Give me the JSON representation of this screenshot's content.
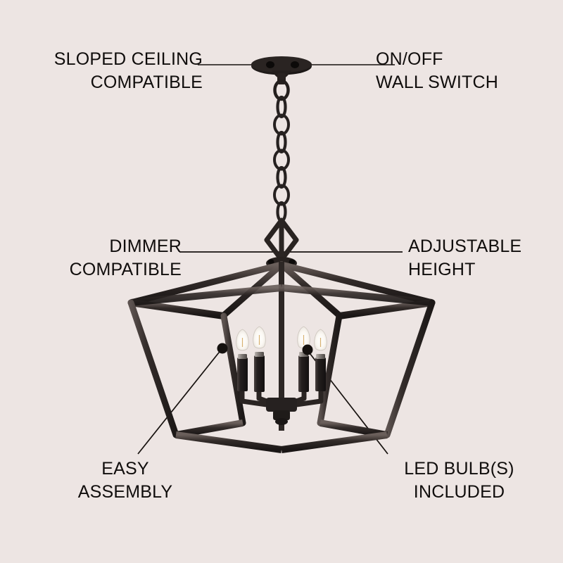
{
  "page": {
    "background_color": "#ede5e3",
    "text_color": "#100d0c",
    "fixture_color": "#2e2826",
    "product": "lantern pendant chandelier"
  },
  "callouts": [
    {
      "id": "sloped-ceiling-compatible",
      "label": "SLOPED CEILING\nCOMPATIBLE",
      "position": "top-left",
      "leader": "horizontal-line"
    },
    {
      "id": "on-off-wall-switch",
      "label": "ON/OFF\nWALL SWITCH",
      "position": "top-right",
      "leader": "horizontal-line"
    },
    {
      "id": "dimmer-compatible",
      "label": "DIMMER\nCOMPATIBLE",
      "position": "middle-left",
      "leader": "horizontal-line"
    },
    {
      "id": "adjustable-height",
      "label": "ADJUSTABLE\nHEIGHT",
      "position": "middle-right",
      "leader": "horizontal-line"
    },
    {
      "id": "easy-assembly",
      "label": "EASY\nASSEMBLY",
      "position": "bottom-left",
      "leader": "diagonal-line-with-dot"
    },
    {
      "id": "led-bulbs-included",
      "label": "LED BULB(S)\nINCLUDED",
      "position": "bottom-right",
      "leader": "diagonal-line-with-dot"
    }
  ],
  "fixture": {
    "canopy": "ceiling-canopy-with-two-screws",
    "chain_links": 7,
    "finial": "diamond-ornament",
    "bulb_count": 4,
    "bulb_type": "candelabra-flame-tip",
    "frame": "tapered-square-lantern-cage"
  }
}
